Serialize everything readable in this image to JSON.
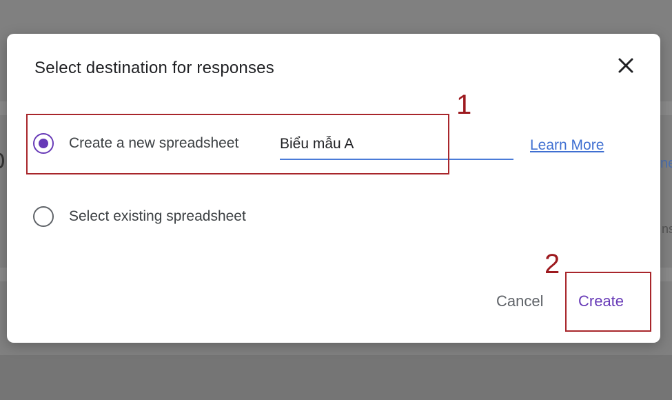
{
  "dialog": {
    "title": "Select destination for responses",
    "close_icon": "close-icon",
    "options": [
      {
        "label": "Create a new spreadsheet",
        "checked": true
      },
      {
        "label": "Select existing spreadsheet",
        "checked": false
      }
    ],
    "spreadsheet_name": "Biểu mẫu A",
    "learn_more": "Learn More",
    "cancel_label": "Cancel",
    "create_label": "Create"
  },
  "annotations": {
    "step_1": "1",
    "step_2": "2"
  },
  "colors": {
    "accent": "#673ab7",
    "link": "#3f6fd1",
    "annotation": "#a8262b",
    "input_underline": "#4a7bd8"
  }
}
